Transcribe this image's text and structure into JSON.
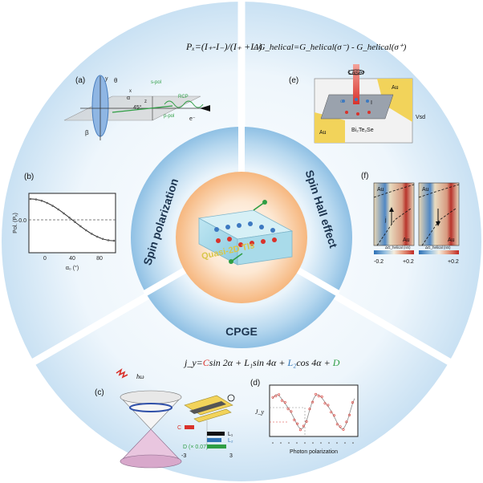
{
  "colors": {
    "outer_ring": "#cfe4f4",
    "mid_ring": "#9ec9e8",
    "inner_glow": "#f7c89a",
    "accent_blue": "#2f74b5",
    "accent_red": "#d9322b",
    "accent_green": "#2f9e44",
    "gold": "#e8c03a"
  },
  "sections": {
    "spin_polarization": {
      "label": "Spin polarization",
      "formula": "Pₓ=(I₊-I₋)/(I₊ +I₋)",
      "panel_a": {
        "tag": "(a)",
        "labels": {
          "theta": "θ",
          "beta": "β",
          "alpha": "α",
          "angle": "45°",
          "spol": "s-pol",
          "ppol": "p-pol",
          "rcp": "RCP",
          "electron": "e⁻",
          "x": "x",
          "y": "y",
          "z": "z"
        }
      },
      "panel_b": {
        "tag": "(b)",
        "ylabel": "Pol. (Pₓ)",
        "xlabel": "α₀ (°)",
        "yticks": [
          "0.0"
        ],
        "xticks": [
          "0",
          "40",
          "80"
        ]
      }
    },
    "spin_hall": {
      "label": "Spin Hall effect",
      "formula": "ΔG_helical=G_helical(σ⁻) - G_helical(σ⁺)",
      "panel_e": {
        "tag": "(e)",
        "laser": "Laser",
        "au_top": "Au",
        "au_bottom": "Au",
        "material": "Bi₂Te₂Se",
        "vsd": "Vsd",
        "i": "I",
        "sigma": "σ"
      },
      "panel_f": {
        "tag": "(f)",
        "au_labels": [
          "Au",
          "Au",
          "Au",
          "Au"
        ],
        "arrow": "j",
        "scale_min": "-0.2",
        "scale_max": "+0.2",
        "scale_label": "ΔG_helical (nS)"
      }
    },
    "cpge": {
      "label": "CPGE",
      "formula_parts": [
        "j_y=",
        "C",
        "sin 2α + ",
        "L₁",
        "sin 4α + ",
        "L₂",
        "cos 4α + ",
        "D"
      ],
      "panel_c": {
        "tag": "(c)",
        "hw": "ħω",
        "legend": [
          "C",
          "L₁",
          "L₂",
          "D (× 0.07)"
        ],
        "axis_min": "-3",
        "axis_max": "3"
      },
      "panel_d": {
        "tag": "(d)",
        "ylabel": "J_y",
        "xlabel": "Photon polarization"
      }
    },
    "center": {
      "label": "Quasi-2D TIs"
    }
  }
}
